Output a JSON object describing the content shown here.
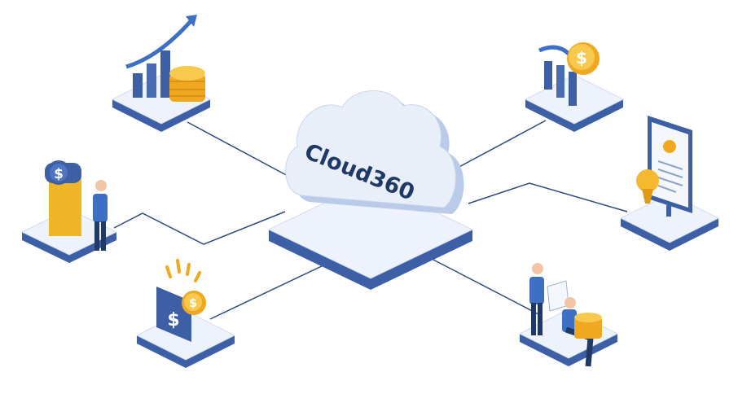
{
  "cloud": {
    "label": "Cloud360"
  },
  "colors": {
    "platform_top": "#eef2fa",
    "platform_side": "#3d5fa6",
    "cloud_face": "#e6edf8",
    "cloud_side": "#b9cbe8",
    "accent_gold": "#f5b82e",
    "line": "#2e4a80",
    "text": "#1f3a68"
  },
  "icons": [
    "growth-chart-coins",
    "dollar-coin-chart",
    "dollar-kiosk-person",
    "document-monitor-lightbulb",
    "dollar-monitor-coin",
    "people-with-coins"
  ]
}
